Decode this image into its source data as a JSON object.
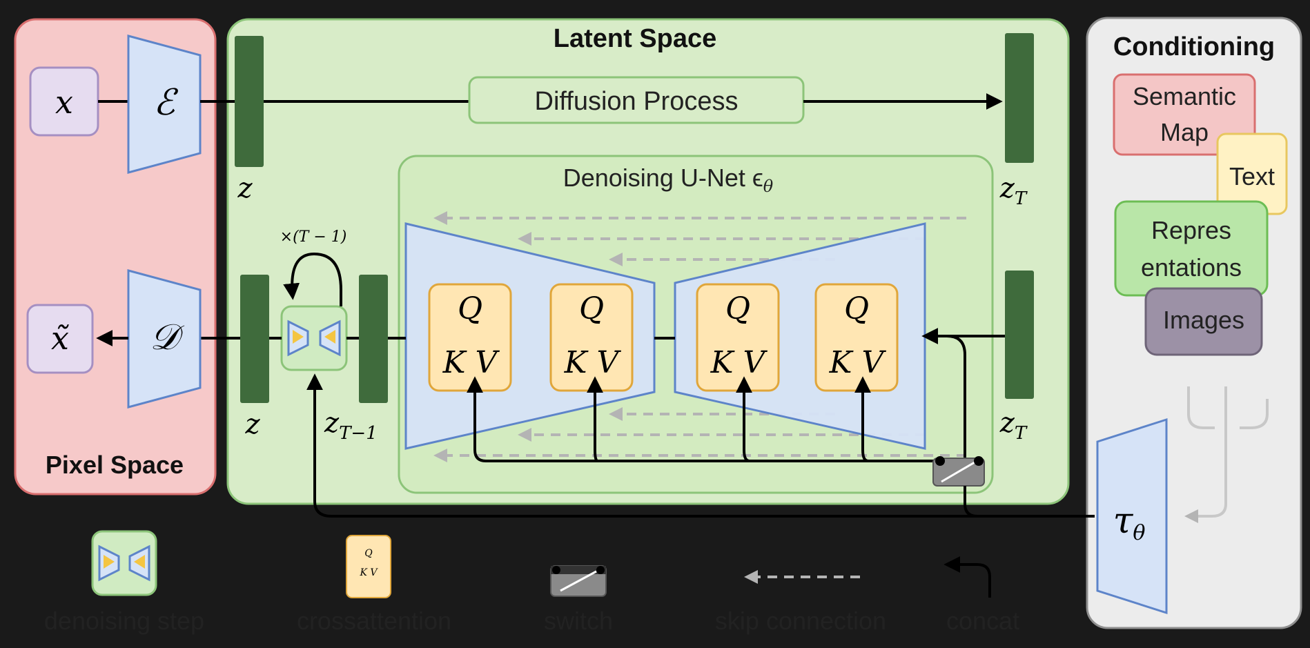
{
  "panels": {
    "pixel_space": "Pixel Space",
    "latent_space": "Latent Space",
    "conditioning": "Conditioning"
  },
  "blocks": {
    "x": "x",
    "x_tilde": "x̃",
    "encoder": "ℰ",
    "decoder": "𝒟",
    "z_top": "z",
    "z_bottom": "z",
    "z_T_top": "z",
    "z_T_top_sub": "T",
    "z_T_bottom": "z",
    "z_T_bottom_sub": "T",
    "z_T_minus_1": "z",
    "z_T_minus_1_sub": "T−1",
    "times": "×(T − 1)",
    "diffusion_process": "Diffusion Process",
    "unet_title": "Denoising U-Net ϵ",
    "unet_title_sub": "θ",
    "tau": "τ",
    "tau_sub": "θ"
  },
  "qkv": {
    "q": "Q",
    "kv": "K V"
  },
  "conditioning_items": {
    "semantic_map": [
      "Semantic",
      "Map"
    ],
    "text": "Text",
    "representations": [
      "Repres",
      "entations"
    ],
    "images": "Images"
  },
  "legend": {
    "denoising_step": "denoising step",
    "crossattention": "crossattention",
    "switch": "switch",
    "skip_connection": "skip connection",
    "concat": "concat"
  },
  "colors": {
    "pixel_panel": "#f6c9c9",
    "pixel_border": "#d96f6f",
    "latent_panel": "#d8ecc8",
    "latent_border": "#8cc479",
    "latent_bar": "#3f6b3c",
    "trapezoid": "#d6e3f7",
    "trapezoid_border": "#5d84c9",
    "qkv_fill": "#ffe6b3",
    "qkv_border": "#e0a63a",
    "lavender": "#e6dcf0",
    "semantic": "#f4c6c6",
    "text_box": "#fff2c4",
    "repr_box": "#b9e6a8",
    "images_box": "#9c91a6",
    "conditioning_panel": "#ececec",
    "skip_arrow": "#b4b4b4"
  }
}
